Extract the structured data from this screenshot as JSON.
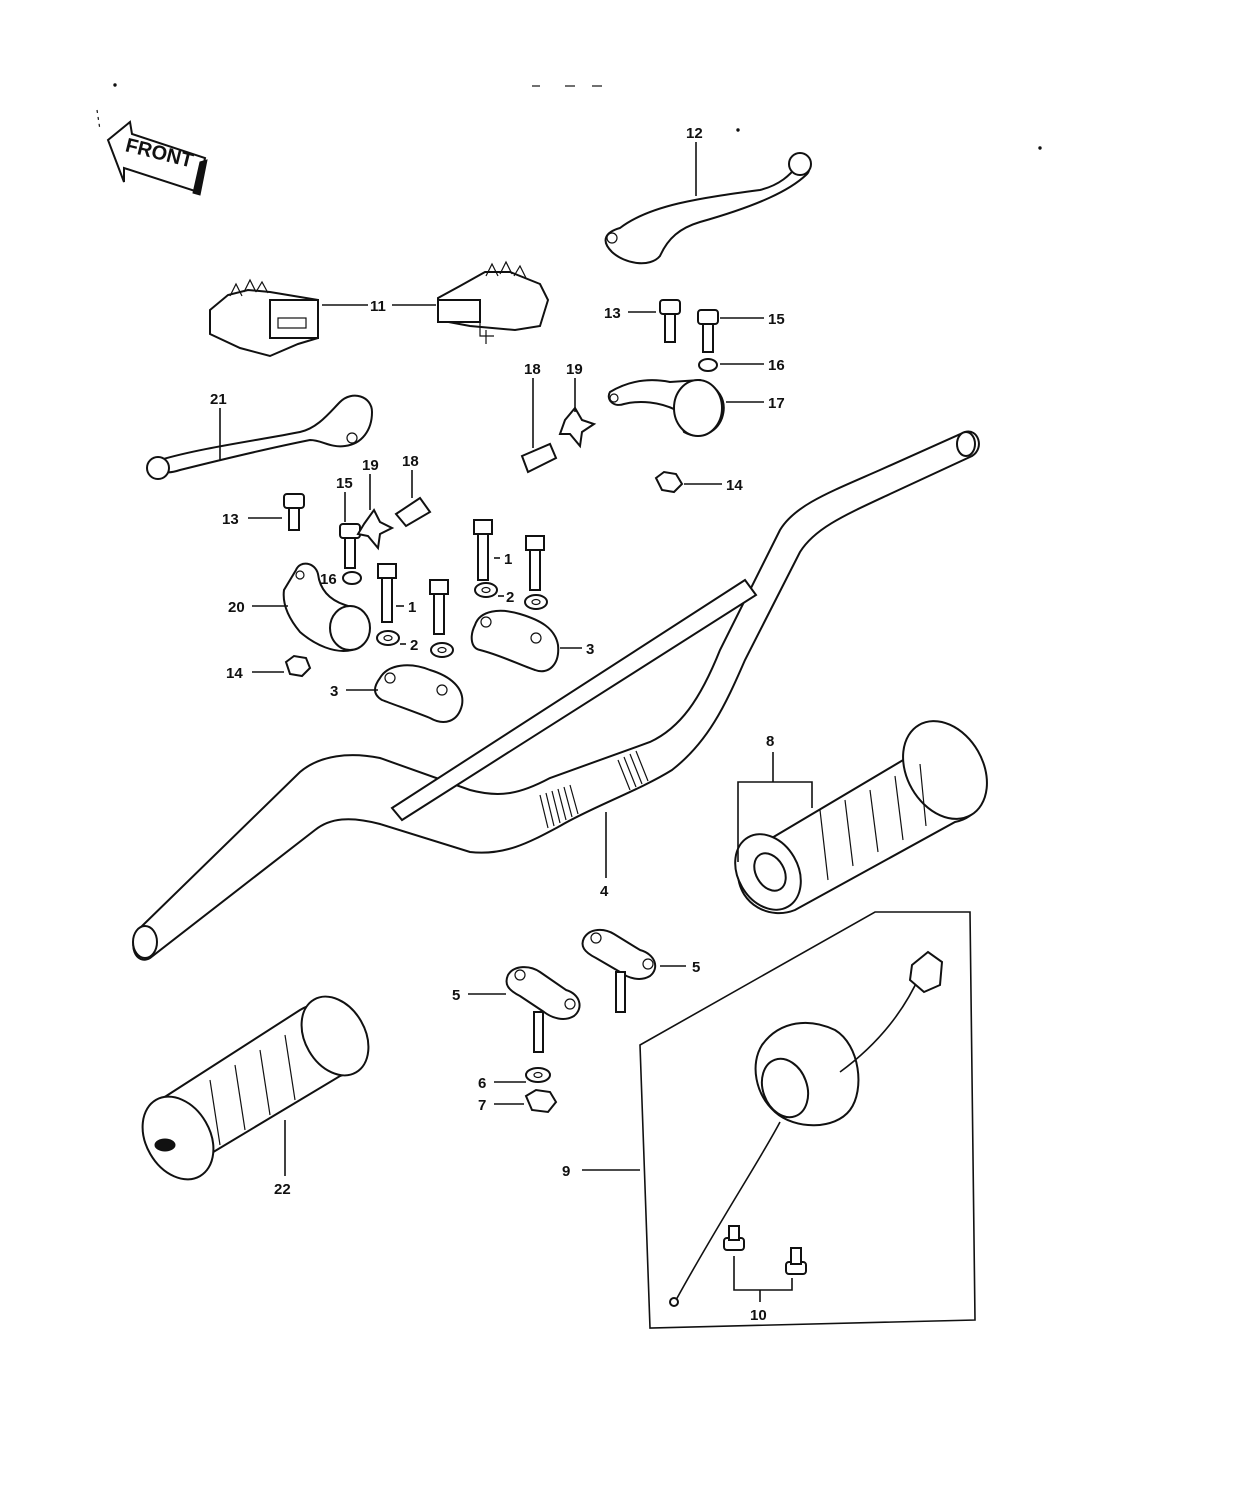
{
  "diagram": {
    "direction_badge": "FRONT",
    "callouts": [
      "1",
      "1",
      "2",
      "2",
      "3",
      "3",
      "4",
      "5",
      "5",
      "6",
      "7",
      "8",
      "9",
      "10",
      "11",
      "12",
      "13",
      "13",
      "14",
      "14",
      "15",
      "15",
      "16",
      "16",
      "17",
      "18",
      "18",
      "19",
      "19",
      "20",
      "21",
      "22"
    ]
  }
}
